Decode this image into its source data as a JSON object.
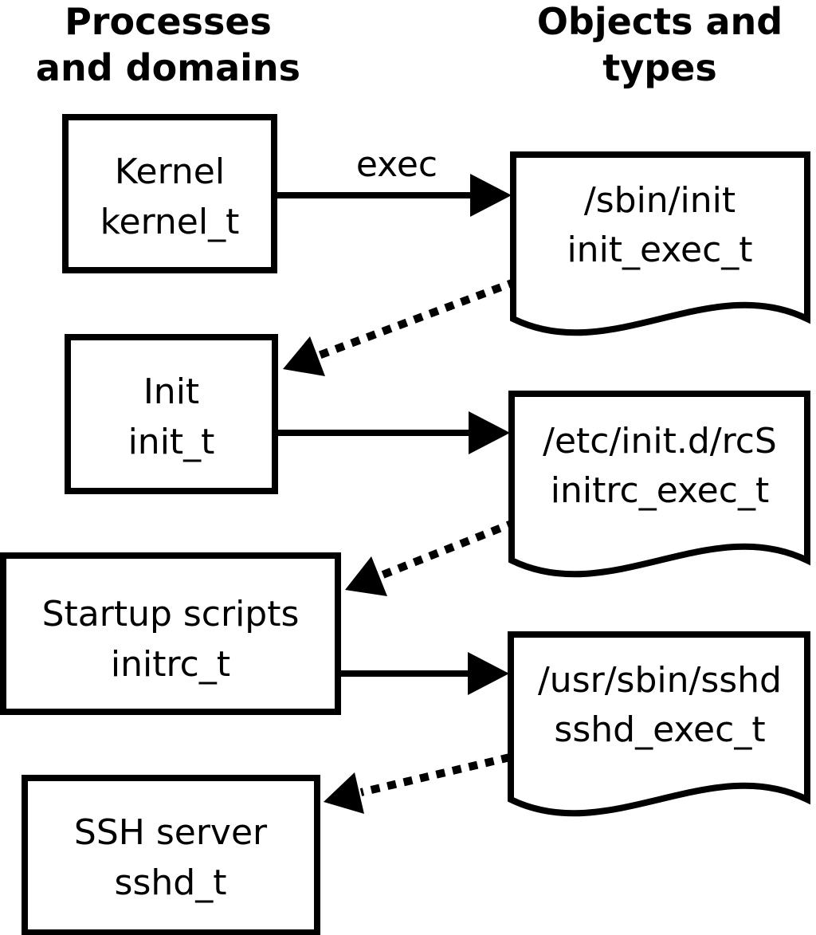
{
  "titles": {
    "left": {
      "line1": "Processes",
      "line2": "and domains"
    },
    "right": {
      "line1": "Objects and",
      "line2": "types"
    }
  },
  "processes": [
    {
      "name": "Kernel",
      "type": "kernel_t"
    },
    {
      "name": "Init",
      "type": "init_t"
    },
    {
      "name": "Startup scripts",
      "type": "initrc_t"
    },
    {
      "name": "SSH server",
      "type": "sshd_t"
    }
  ],
  "objects": [
    {
      "path": "/sbin/init",
      "type": "init_exec_t"
    },
    {
      "path": "/etc/init.d/rcS",
      "type": "initrc_exec_t"
    },
    {
      "path": "/usr/sbin/sshd",
      "type": "sshd_exec_t"
    }
  ],
  "edges": {
    "exec_label": "exec"
  },
  "colors": {
    "foreground": "#000000",
    "background": "#ffffff"
  }
}
